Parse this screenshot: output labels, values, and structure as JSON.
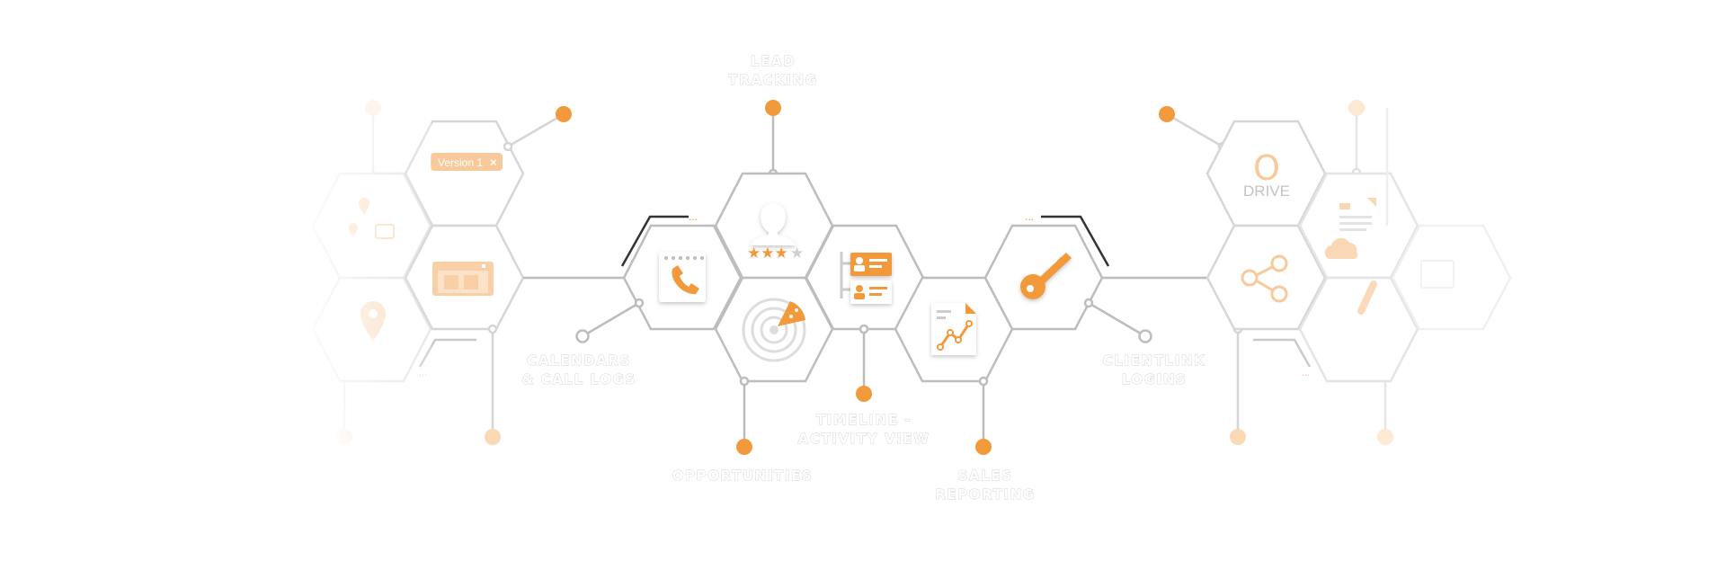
{
  "labels": {
    "lead_tracking_1": "LEAD",
    "lead_tracking_2": "TRACKING",
    "calendars_1": "CALENDARS",
    "calendars_2": "& CALL LOGS",
    "opportunities": "OPPORTUNITIES",
    "timeline_1": "TIMELINE -",
    "timeline_2": "ACTIVITY VIEW",
    "sales_1": "SALES",
    "sales_2": "REPORTING",
    "clientlink_1": "CLIENTLINK",
    "clientlink_2": "LOGINS"
  },
  "badge": {
    "text": "Version 1",
    "close": "×"
  },
  "drive": {
    "letter": "O",
    "text": "DRIVE"
  },
  "colors": {
    "accent": "#f29a3b",
    "hex_stroke": "#bdbdbd",
    "faded_stroke": "#e4e4e4"
  },
  "icons": [
    "phone-icon",
    "user-rating-icon",
    "radar-icon",
    "contact-cards-icon",
    "chart-report-icon",
    "key-icon",
    "map-pin-icon",
    "browser-window-icon",
    "share-icon",
    "cloud-document-icon",
    "pencil-icon"
  ]
}
